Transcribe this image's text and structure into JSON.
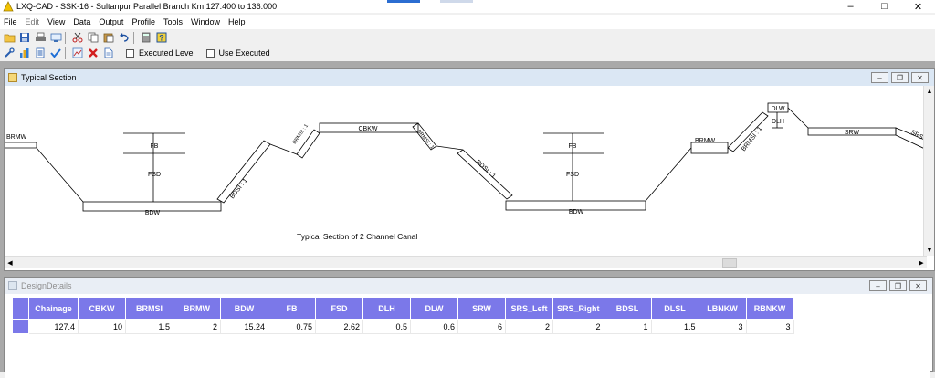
{
  "app": {
    "title": "LXQ-CAD - SSK-16 - Sultanpur Parallel Branch Km 127.400 to 136.000"
  },
  "menu": [
    "File",
    "Edit",
    "View",
    "Data",
    "Output",
    "Profile",
    "Tools",
    "Window",
    "Help"
  ],
  "toolbar": {
    "executed_level_label": "Executed Level",
    "use_executed_label": "Use Executed"
  },
  "section_window": {
    "title": "Typical Section",
    "caption": "Typical Section of 2 Channel Canal",
    "labels": {
      "brmw": "BRMW",
      "fb": "FB",
      "fsd": "FSD",
      "bdw": "BDW",
      "bdsi": "BDSI : 1",
      "brmsi": "BRMSI : 1",
      "cbkw": "CBKW",
      "dlw": "DLW",
      "dlh": "DLH",
      "srw": "SRW",
      "srs": "SRS"
    }
  },
  "design_window": {
    "title": "DesignDetails",
    "columns": [
      "Chainage",
      "CBKW",
      "BRMSI",
      "BRMW",
      "BDW",
      "FB",
      "FSD",
      "DLH",
      "DLW",
      "SRW",
      "SRS_Left",
      "SRS_Right",
      "BDSL",
      "DLSL",
      "LBNKW",
      "RBNKW"
    ],
    "rows": [
      [
        "127.4",
        "10",
        "1.5",
        "2",
        "15.24",
        "0.75",
        "2.62",
        "0.5",
        "0.6",
        "6",
        "2",
        "2",
        "1",
        "1.5",
        "3",
        "3"
      ]
    ]
  }
}
